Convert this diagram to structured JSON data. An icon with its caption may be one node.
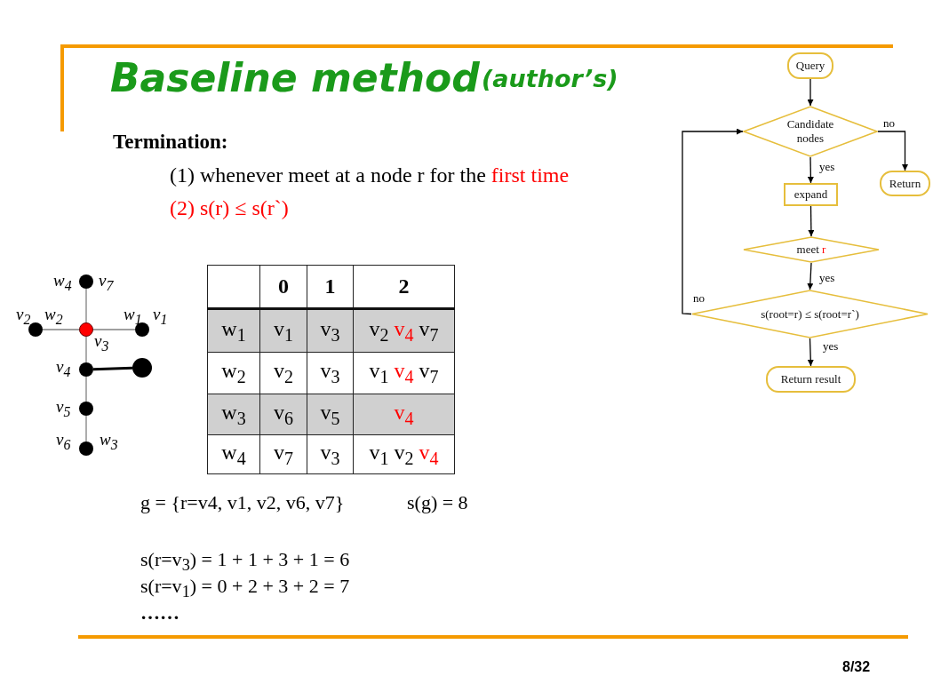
{
  "diagram": {
    "title": "Baseline method",
    "nodes": [
      {
        "text": [
          "Query"
        ]
      },
      {
        "text": [
          "Candidate nodes"
        ]
      },
      {
        "text": [
          "Return"
        ]
      },
      {
        "text": [
          "expand"
        ]
      },
      {
        "text": [
          "meet r"
        ]
      },
      {
        "text": [
          "s(root=r) ≤ s(root=r`)"
        ]
      },
      {
        "text": [
          "Return result"
        ]
      },
      {
        "text": [],
        "shape": "circle",
        "beside": [
          "w$_{4}$",
          "v$_{7}$"
        ]
      },
      {
        "text": [],
        "shape": "circle",
        "beside": [
          "v$_{2}$",
          "w$_{2}$"
        ]
      },
      {
        "text": [],
        "shape": "circle",
        "beside": [
          "v$_{3}$"
        ]
      },
      {
        "text": [],
        "shape": "circle",
        "beside": [
          "w$_{1}$",
          "v$_{1}$"
        ]
      },
      {
        "text": [],
        "shape": "circle",
        "beside": [
          "v$_{4}$"
        ]
      },
      {
        "text": [],
        "shape": "circle"
      },
      {
        "text": [],
        "shape": "circle",
        "beside": [
          "v$_{5}$"
        ]
      },
      {
        "text": [],
        "shape": "circle",
        "beside": [
          "v$_{6}$",
          "w$_{3}$"
        ]
      }
    ],
    "edges": [
      {
        "from": 0,
        "to": 1,
        "arrow": "to"
      },
      {
        "from": 1,
        "to": 2,
        "arrow": "to",
        "label": "no"
      },
      {
        "from": 1,
        "to": 3,
        "arrow": "to",
        "label": "yes"
      },
      {
        "from": 3,
        "to": 4,
        "arrow": "to"
      },
      {
        "from": 4,
        "to": 5,
        "arrow": "to",
        "label": "yes"
      },
      {
        "from": 5,
        "to": 1,
        "arrow": "to",
        "label": "no"
      },
      {
        "from": 5,
        "to": 6,
        "arrow": "to",
        "label": "yes"
      },
      {
        "from": 7,
        "to": 9,
        "arrow": "none",
        "color": "#808080"
      },
      {
        "from": 8,
        "to": 9,
        "arrow": "none",
        "color": "#808080"
      },
      {
        "from": 9,
        "to": 10,
        "arrow": "none",
        "color": "#808080"
      },
      {
        "from": 9,
        "to": 11,
        "arrow": "none",
        "color": "#808080"
      },
      {
        "from": 11,
        "to": 12,
        "arrow": "none",
        "style": "thick"
      },
      {
        "from": 11,
        "to": 13,
        "arrow": "none",
        "color": "#808080"
      },
      {
        "from": 13,
        "to": 14,
        "arrow": "none",
        "color": "#808080"
      }
    ],
    "labels": [
      "(author’s)",
      "Termination:",
      "(1) whenever meet at a node r for the first time",
      "(2) s(r) ≤ s(r`)",
      "0",
      "1",
      "2",
      "w$_{1}$",
      "v$_{1}$",
      "v$_{3}$",
      "v$_{2}$ v$_{4}$ v$_{7}$",
      "w$_{2}$",
      "v$_{2}$",
      "v$_{3}$",
      "v$_{1}$ v$_{4}$ v$_{7}$",
      "w$_{3}$",
      "v$_{6}$",
      "v$_{5}$",
      "v$_{4}$",
      "w$_{4}$",
      "v$_{7}$",
      "v$_{3}$",
      "v$_{1}$ v$_{2}$ v$_{4}$",
      "g = {r=v4, v1, v2, v6, v7}",
      "s(g) = 8",
      "s(r=v$_{3}$) = 1 + 1 + 3 + 1 = 6",
      "s(r=v$_{1}$) = 0 + 2 + 3 + 2 = 7",
      "……",
      "8/32"
    ]
  }
}
